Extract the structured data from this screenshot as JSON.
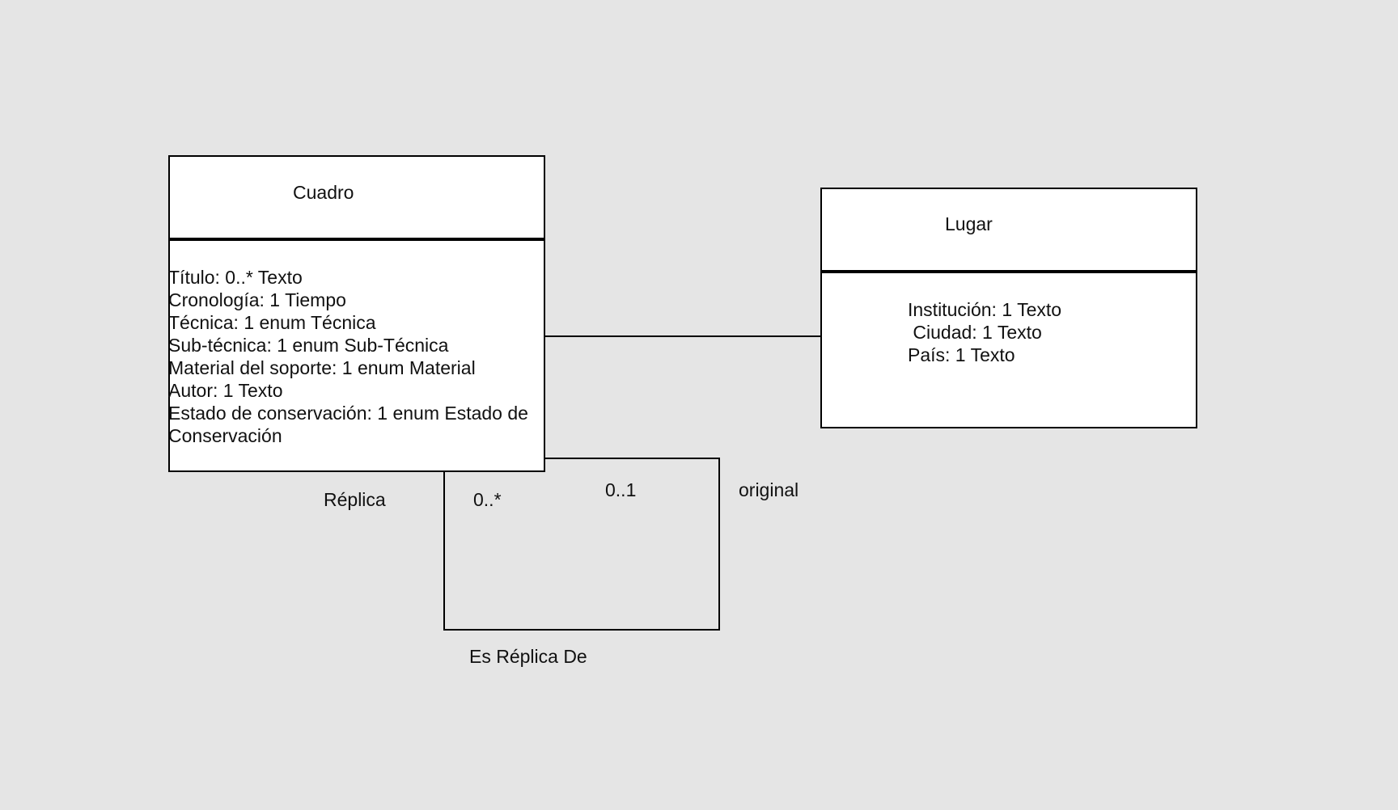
{
  "diagram": {
    "classes": [
      {
        "id": "cuadro",
        "name": "Cuadro",
        "attributes": [
          "Título: 0..* Texto",
          "Cronología: 1 Tiempo",
          "Técnica: 1 enum Técnica",
          "Sub-técnica: 1 enum Sub-Técnica",
          "Material del soporte: 1 enum Material",
          "Autor: 1 Texto",
          "Estado de conservación: 1 enum Estado de Conservación"
        ]
      },
      {
        "id": "lugar",
        "name": "Lugar",
        "attributes": [
          "Institución: 1 Texto",
          " Ciudad: 1 Texto",
          "País: 1 Texto"
        ]
      }
    ],
    "associations": [
      {
        "from": "Cuadro",
        "to": "Lugar"
      },
      {
        "from": "Cuadro",
        "to": "Cuadro",
        "name": "Es Réplica De",
        "source_role": "Réplica",
        "source_multiplicity": "0..*",
        "target_multiplicity": "0..1",
        "target_role": "original"
      }
    ]
  },
  "colors": {
    "background": "#e5e5e5",
    "box_fill": "#ffffff",
    "line": "#000000"
  }
}
